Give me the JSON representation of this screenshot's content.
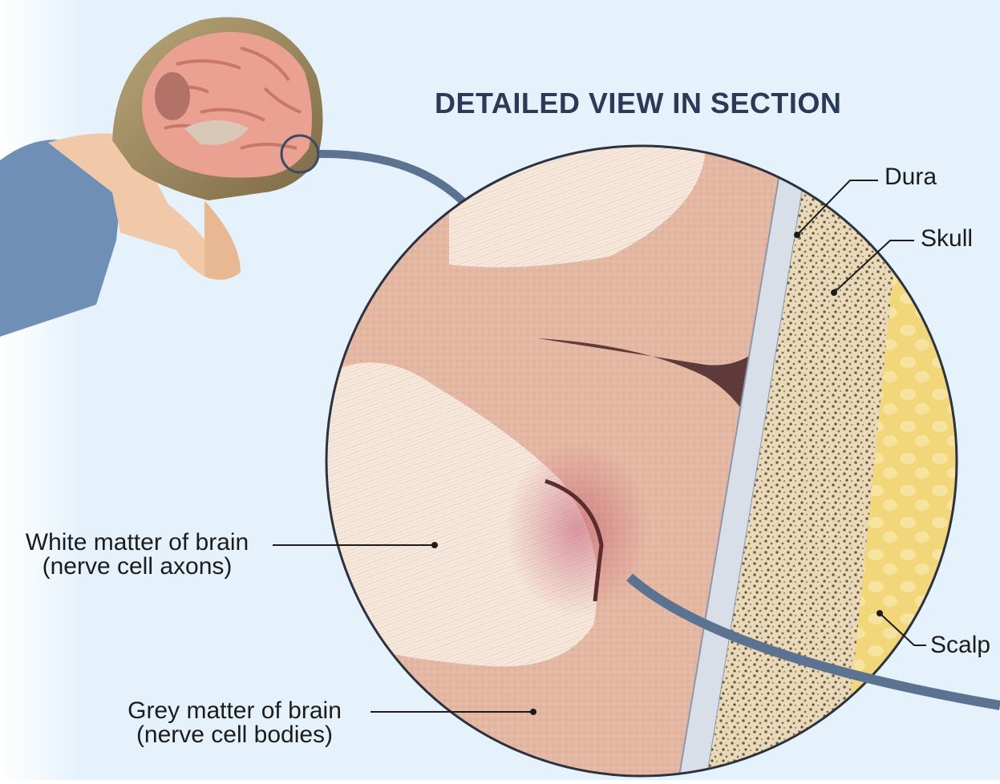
{
  "title": "DETAILED VIEW IN SECTION",
  "labels": {
    "dura": "Dura",
    "skull": "Skull",
    "scalp": "Scalp",
    "white_matter_line1": "White matter of brain",
    "white_matter_line2": "(nerve cell axons)",
    "grey_matter_line1": "Grey matter of brain",
    "grey_matter_line2": "(nerve cell bodies)"
  },
  "colors": {
    "background": "#e6f2fb",
    "title": "#2b3a57",
    "arrow": "#5b7390",
    "grey_matter": "#e2b39e",
    "white_matter": "#f6e8dc",
    "dura": "#d9dfe9",
    "skull": "#e9d9b8",
    "skull_speckle": "#6d5e4a",
    "scalp": "#f2d77a",
    "injury": "#c2546c"
  },
  "icons": [
    "head-profile-icon",
    "brain-icon",
    "zoom-circle-icon",
    "pointer-arrow-icon"
  ]
}
